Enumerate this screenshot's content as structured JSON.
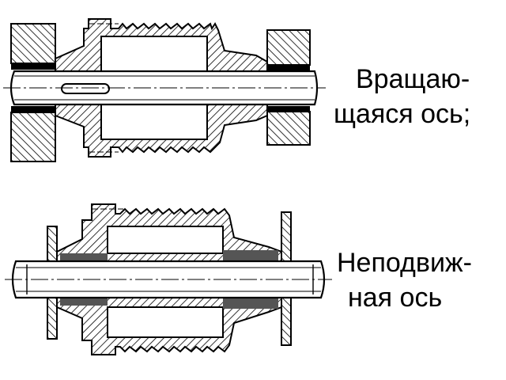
{
  "figures": [
    {
      "caption_lines": [
        "Вращаю-",
        "щаяся ось;"
      ]
    },
    {
      "caption_lines": [
        "Неподвиж-",
        "ная ось"
      ]
    }
  ],
  "colors": {
    "ink": "#000000",
    "paper": "#ffffff",
    "hatch": "#000000"
  }
}
